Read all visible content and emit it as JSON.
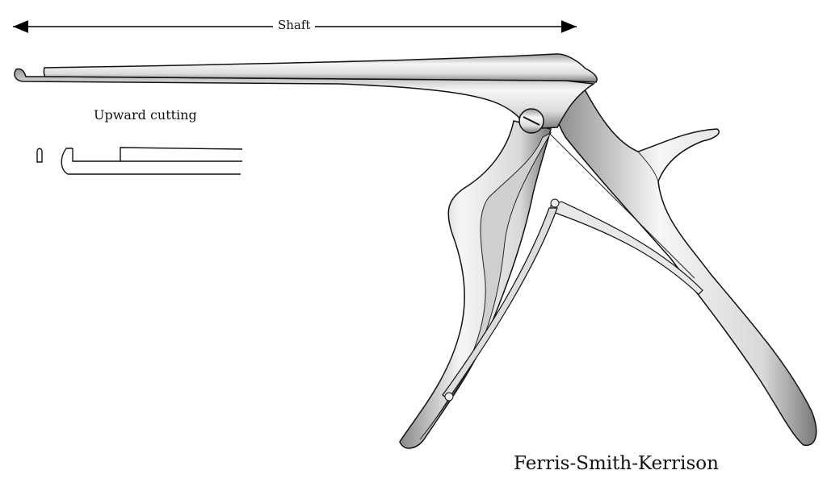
{
  "labels": {
    "shaft": "Shaft",
    "tip_type": "Upward cutting",
    "instrument_name": "Ferris-Smith-Kerrison"
  },
  "colors": {
    "outline": "#111111",
    "metal_light": "#f4f4f4",
    "metal_dark": "#9a9a9a"
  }
}
